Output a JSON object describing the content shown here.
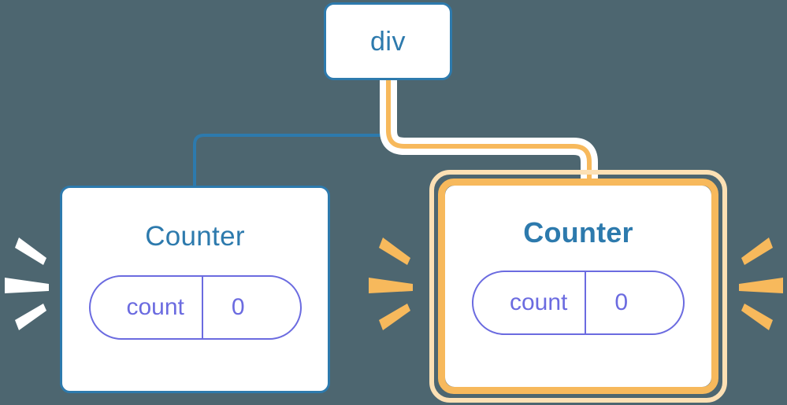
{
  "diagram": {
    "title": "component re-render diagram",
    "background_color": "#4d6670",
    "colors": {
      "blue": "#2d7aad",
      "orange": "#f7b95c",
      "orange_soft": "#fce0b4",
      "purple": "#6b6be0",
      "white": "#ffffff"
    }
  },
  "nodes": {
    "root": {
      "label": "div",
      "state_color": "#2d7aad",
      "highlighted": false
    },
    "counter_left": {
      "label": "Counter",
      "highlighted": false,
      "state": {
        "key": "count",
        "value": "0"
      }
    },
    "counter_right": {
      "label": "Counter",
      "highlighted": true,
      "state": {
        "key": "count",
        "value": "0"
      }
    }
  },
  "connectors": [
    {
      "name": "div-to-counter-left",
      "color": "#2d7aad",
      "highlighted": false
    },
    {
      "name": "div-to-counter-right",
      "color": "#f7b95c",
      "highlighted": true
    }
  ],
  "bursts": [
    {
      "name": "burst-left",
      "color": "#ffffff",
      "direction": "right",
      "rays": 3
    },
    {
      "name": "burst-mid",
      "color": "#f7b95c",
      "direction": "right",
      "rays": 3
    },
    {
      "name": "burst-right",
      "color": "#f7b95c",
      "direction": "left",
      "rays": 3
    }
  ]
}
